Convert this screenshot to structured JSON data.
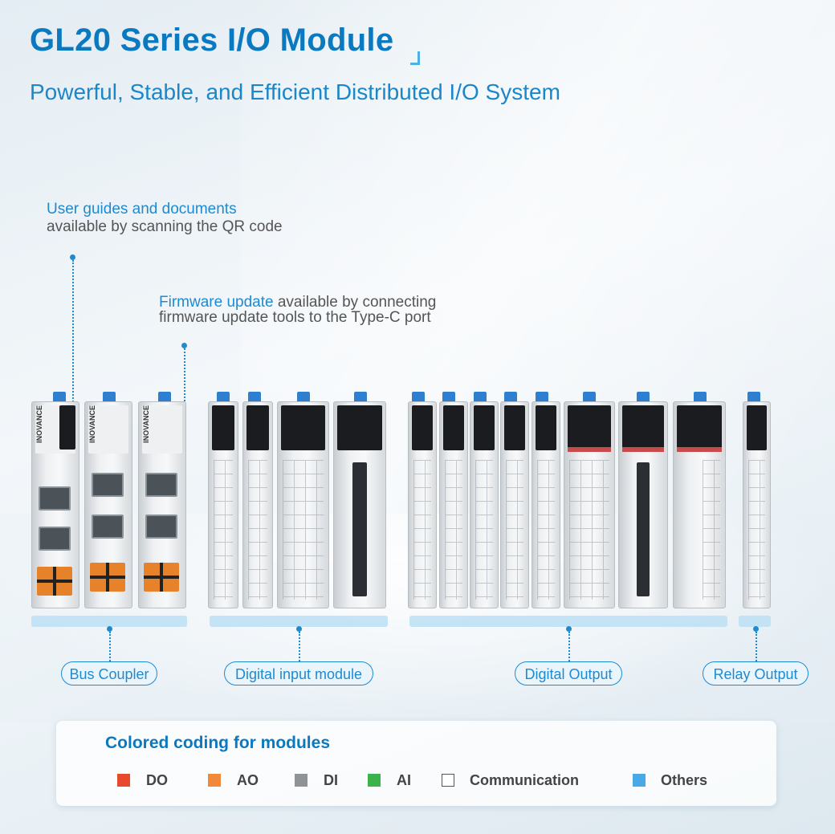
{
  "header": {
    "title": "GL20 Series I/O Module",
    "subtitle": "Powerful, Stable, and Efficient Distributed I/O System"
  },
  "notes": {
    "qr_highlight": "User guides and documents",
    "qr_rest": "available by scanning the QR code",
    "fw_highlight": "Firmware update",
    "fw_rest_1": " available by   connecting",
    "fw_rest_2": "firmware update tools to the Type-C port"
  },
  "module_brand": "INOVANCE",
  "categories": [
    {
      "label": "Bus Coupler"
    },
    {
      "label": "Digital input module"
    },
    {
      "label": "Digital Output"
    },
    {
      "label": "Relay Output"
    }
  ],
  "legend": {
    "title": "Colored coding for modules",
    "items": [
      {
        "label": "DO",
        "color": "#e8492d"
      },
      {
        "label": "AO",
        "color": "#f08a3a"
      },
      {
        "label": "DI",
        "color": "#8f9396"
      },
      {
        "label": "AI",
        "color": "#3db24a"
      },
      {
        "label": "Communication",
        "color": "#ffffff"
      },
      {
        "label": "Others",
        "color": "#4aa8e6"
      }
    ]
  }
}
